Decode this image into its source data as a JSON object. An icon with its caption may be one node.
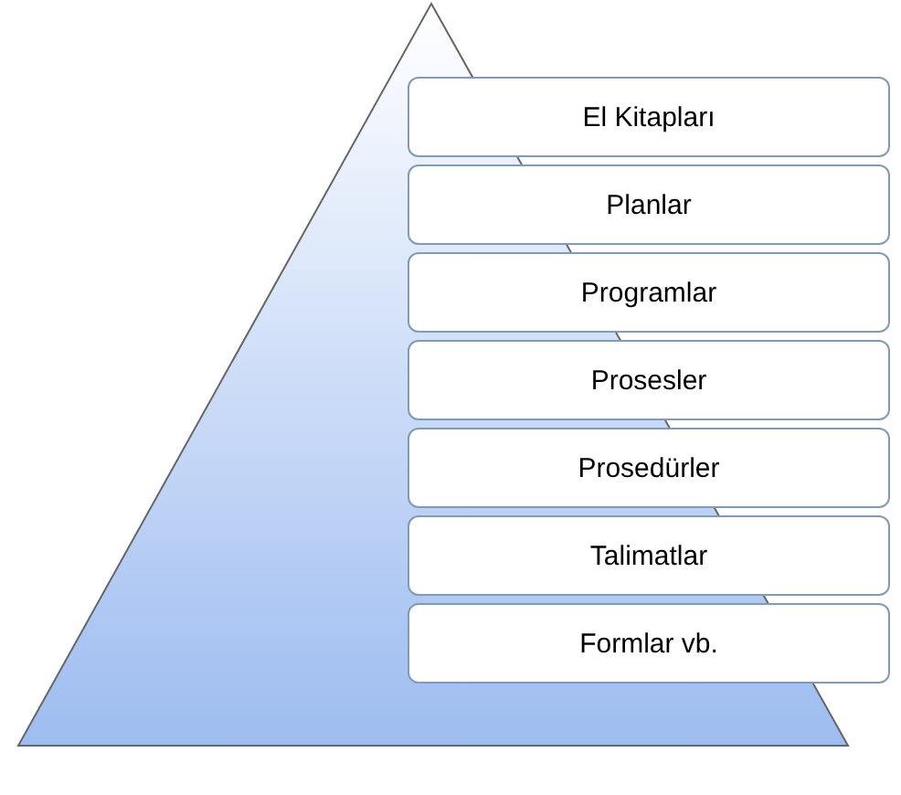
{
  "diagram": {
    "nodes": [
      {
        "text": [],
        "shape": "triangle"
      },
      {
        "text": [
          "El Kitapları"
        ]
      },
      {
        "text": [
          "Planlar"
        ]
      },
      {
        "text": [
          "Programlar"
        ]
      },
      {
        "text": [
          "Prosesler"
        ]
      },
      {
        "text": [
          "Prosedürler"
        ]
      },
      {
        "text": [
          "Talimatlar"
        ]
      },
      {
        "text": [
          "Formlar vb."
        ]
      }
    ]
  }
}
